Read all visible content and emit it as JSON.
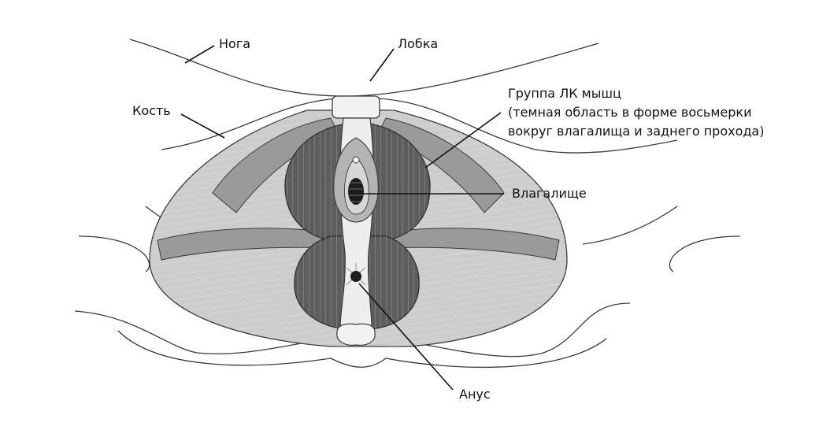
{
  "labels": {
    "leg": "Нога",
    "pubis": "Лобка",
    "bone": "Кость",
    "pc_group_l1": "Группа ЛК мышц",
    "pc_group_l2": "(темная область в форме восьмерки",
    "pc_group_l3": "вокруг влагалища и заднего прохода)",
    "vagina": "Влагалище",
    "anus": "Анус"
  },
  "colors": {
    "light_muscle": "#cdcdcd",
    "mid_muscle": "#9a9a9a",
    "dark_muscle": "#5e5e5e",
    "center_tissue": "#e8e8e8",
    "line": "#3a3a3a"
  }
}
